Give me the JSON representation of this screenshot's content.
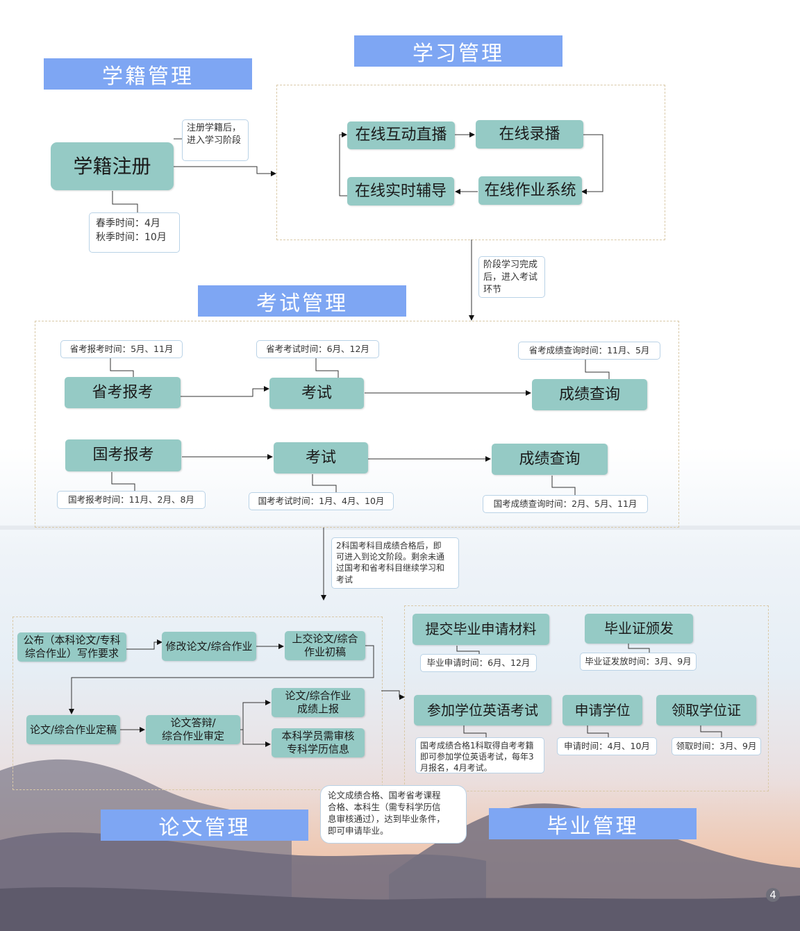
{
  "headers": {
    "enroll": "学籍管理",
    "study": "学习管理",
    "exam": "考试管理",
    "thesis": "论文管理",
    "graduate": "毕业管理"
  },
  "enroll": {
    "register": "学籍注册",
    "note_after": "注册学籍后，\n进入学习阶段",
    "note_time": "春季时间：4月\n秋季时间：10月"
  },
  "study": {
    "live": "在线互动直播",
    "record": "在线录播",
    "homework": "在线作业系统",
    "tutor": "在线实时辅导",
    "note_next": "阶段学习完成\n后，进入考试\n环节"
  },
  "exam": {
    "prov_register": "省考报考",
    "prov_exam": "考试",
    "prov_score": "成绩查询",
    "prov_register_time": "省考报考时间：5月、11月",
    "prov_exam_time": "省考考试时间：6月、12月",
    "prov_score_time": "省考成绩查询时间：11月、5月",
    "nat_register": "国考报考",
    "nat_exam": "考试",
    "nat_score": "成绩查询",
    "nat_register_time": "国考报考时间：11月、2月、8月",
    "nat_exam_time": "国考考试时间：1月、4月、10月",
    "nat_score_time": "国考成绩查询时间：2月、5月、11月",
    "note_next": "2科国考科目成绩合格后，即\n可进入到论文阶段。剩余未通\n过国考和省考科目继续学习和\n考试"
  },
  "thesis": {
    "publish": "公布（本科论文/专科\n综合作业）写作要求",
    "revise": "修改论文/综合作业",
    "submit": "上交论文/综合\n作业初稿",
    "final": "论文/综合作业定稿",
    "defense": "论文答辩/\n综合作业审定",
    "report": "论文/综合作业\n成绩上报",
    "verify": "本科学员需审核\n专科学历信息",
    "note_grad": "论文成绩合格、国考省考课程\n合格、本科生（需专科学历信\n息审核通过），达到毕业条件，\n即可申请毕业。"
  },
  "graduate": {
    "apply_material": "提交毕业申请材料",
    "certificate": "毕业证颁发",
    "english": "参加学位英语考试",
    "apply_degree": "申请学位",
    "get_degree": "领取学位证",
    "apply_time": "毕业申请时间：6月、12月",
    "certificate_time": "毕业证发放时间：3月、9月",
    "english_note": "国考成绩合格1科取得自考考籍\n即可参加学位英语考试，每年3\n月报名，4月考试。",
    "degree_time": "申请时间：4月、10月",
    "get_time": "领取时间：3月、9月"
  },
  "page_number": "4",
  "colors": {
    "header": "#7ea6f3",
    "node": "#95cac5",
    "note_border": "#b9d2e6",
    "frame": "#d9c9a8"
  }
}
